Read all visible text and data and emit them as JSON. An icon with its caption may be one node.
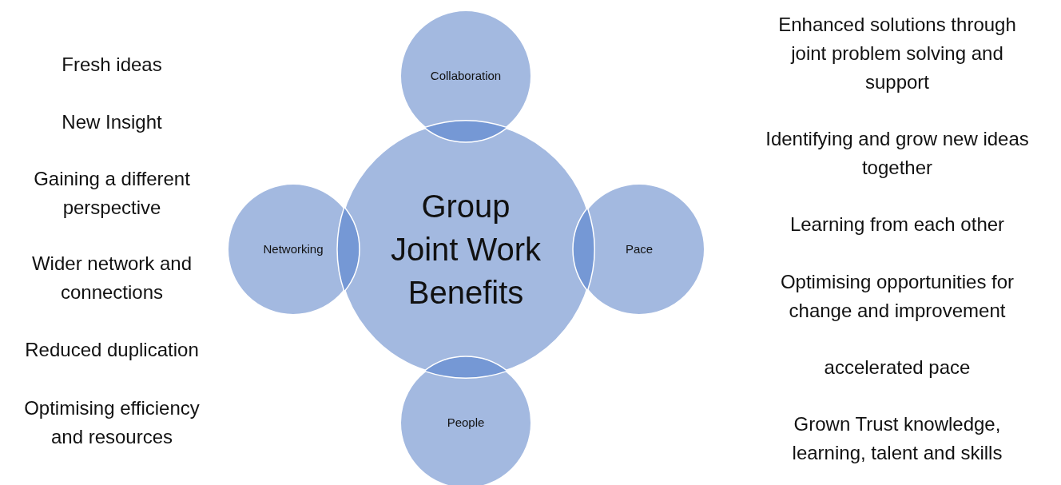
{
  "diagram": {
    "nodes": [
      {
        "text": [
          "Group Joint Work Benefits"
        ]
      },
      {
        "text": [
          "Collaboration"
        ]
      },
      {
        "text": [
          "Networking"
        ]
      },
      {
        "text": [
          "Pace"
        ]
      },
      {
        "text": [
          "People"
        ]
      }
    ],
    "labels": [
      "Fresh ideas",
      "New Insight",
      "Gaining a different perspective",
      "Wider network and connections",
      "Reduced duplication",
      "Optimising efficiency and resources",
      "Enhanced solutions through joint problem solving and support",
      "Identifying and grow new ideas together",
      "Learning from each other",
      "Optimising opportunities for change and improvement",
      "accelerated pace",
      "Grown Trust knowledge, learning, talent and skills"
    ]
  }
}
